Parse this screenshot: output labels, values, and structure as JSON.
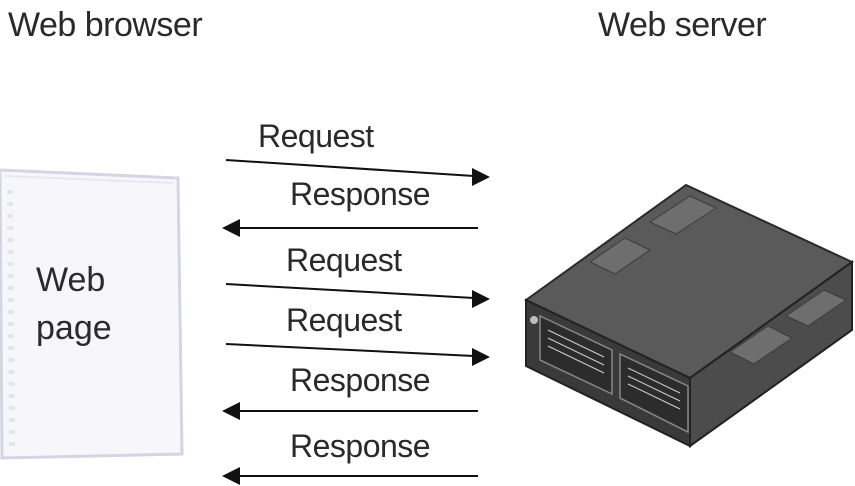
{
  "headings": {
    "browser": "Web browser",
    "server": "Web server"
  },
  "web_page": {
    "line1": "Web",
    "line2": "page"
  },
  "messages": [
    {
      "label": "Request",
      "direction": "to-server"
    },
    {
      "label": "Response",
      "direction": "to-browser"
    },
    {
      "label": "Request",
      "direction": "to-server"
    },
    {
      "label": "Request",
      "direction": "to-server"
    },
    {
      "label": "Response",
      "direction": "to-browser"
    },
    {
      "label": "Response",
      "direction": "to-browser"
    }
  ],
  "icons": {
    "server": "server-box-icon",
    "page": "web-page-document-icon"
  },
  "colors": {
    "text": "#2a2a2a",
    "arrow": "#111111",
    "page_border": "#d8dbe6",
    "server_body": "#4a4a4a"
  }
}
